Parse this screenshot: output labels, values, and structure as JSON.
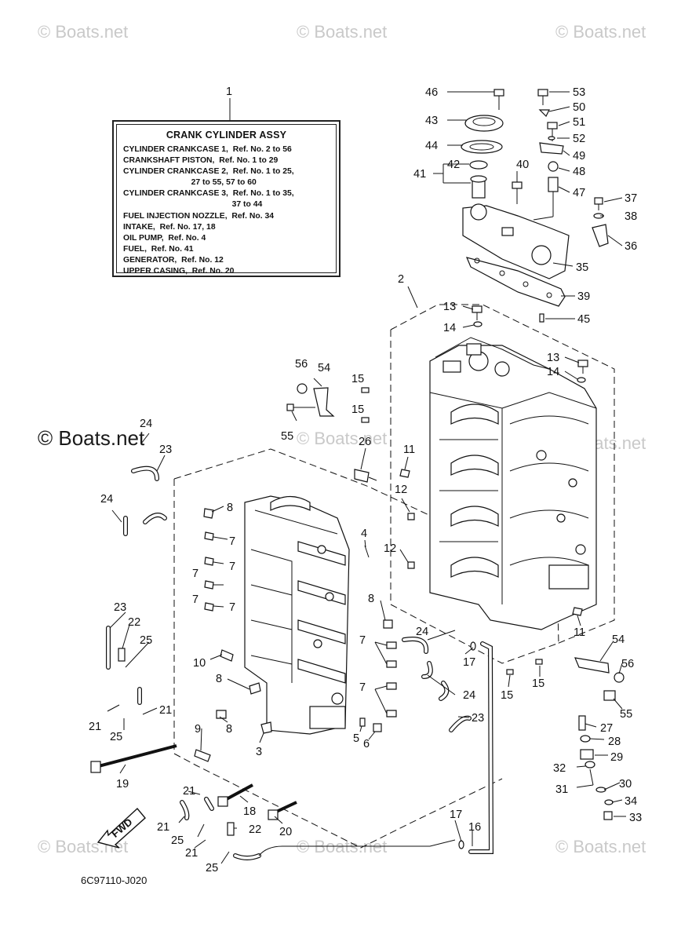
{
  "watermarks": {
    "text": "© Boats.net",
    "dark_text": "© Boats.net"
  },
  "legend": {
    "callout": "1",
    "title": "CRANK CYLINDER ASSY",
    "lines": [
      "CYLINDER CRANKCASE 1,  Ref. No. 2 to 56",
      "CRANKSHAFT PISTON,  Ref. No. 1 to 29",
      "CYLINDER CRANKCASE 2,  Ref. No. 1 to 25,",
      "                              27 to 55, 57 to 60",
      "CYLINDER CRANKCASE 3,  Ref. No. 1 to 35,",
      "                                                37 to 44",
      "FUEL INJECTION NOZZLE,  Ref. No. 34",
      "INTAKE,  Ref. No. 17, 18",
      "OIL PUMP,  Ref. No. 4",
      "FUEL,  Ref. No. 41",
      "GENERATOR,  Ref. No. 12",
      "UPPER CASING,  Ref. No. 20"
    ]
  },
  "diagram_code": "6C97110-J020",
  "fwd_label": "FWD",
  "callouts": {
    "n1": "1",
    "n2": "2",
    "n3": "3",
    "n4": "4",
    "n5": "5",
    "n6": "6",
    "n7": "7",
    "n8": "8",
    "n9": "9",
    "n10": "10",
    "n11": "11",
    "n12": "12",
    "n13": "13",
    "n14": "14",
    "n15": "15",
    "n16": "16",
    "n17": "17",
    "n18": "18",
    "n19": "19",
    "n20": "20",
    "n21": "21",
    "n22": "22",
    "n23": "23",
    "n24": "24",
    "n25": "25",
    "n26": "26",
    "n27": "27",
    "n28": "28",
    "n29": "29",
    "n30": "30",
    "n31": "31",
    "n32": "32",
    "n33": "33",
    "n34": "34",
    "n35": "35",
    "n36": "36",
    "n37": "37",
    "n38": "38",
    "n39": "39",
    "n40": "40",
    "n41": "41",
    "n42": "42",
    "n43": "43",
    "n44": "44",
    "n45": "45",
    "n46": "46",
    "n47": "47",
    "n48": "48",
    "n49": "49",
    "n50": "50",
    "n51": "51",
    "n52": "52",
    "n53": "53",
    "n54": "54",
    "n55": "55",
    "n56": "56"
  }
}
